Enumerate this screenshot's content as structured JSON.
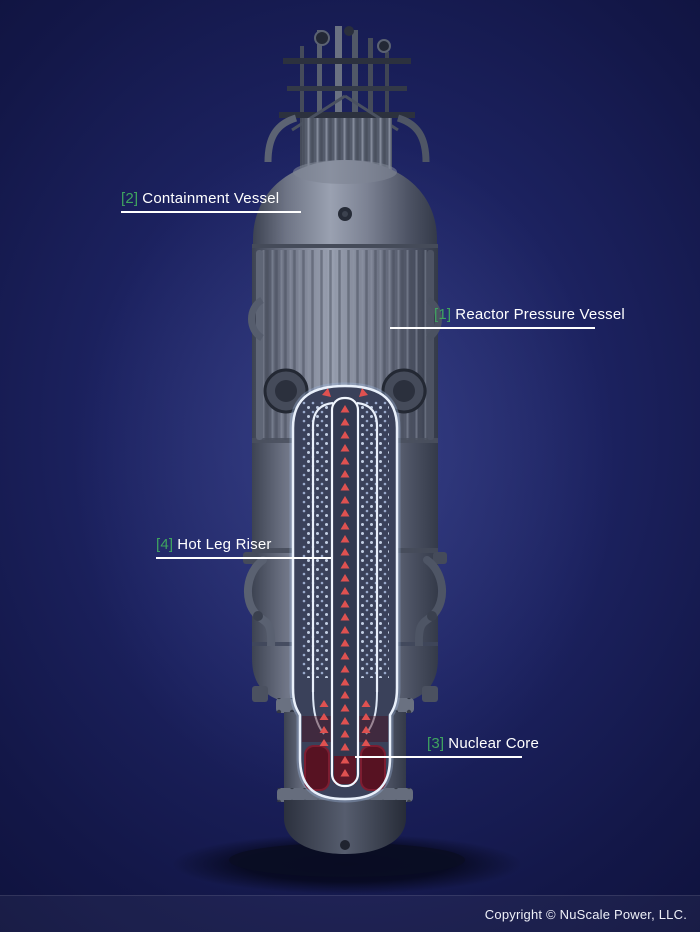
{
  "callouts": {
    "reactor_pressure_vessel": {
      "number": "[1]",
      "label": "Reactor Pressure Vessel"
    },
    "containment_vessel": {
      "number": "[2]",
      "label": "Containment Vessel"
    },
    "nuclear_core": {
      "number": "[3]",
      "label": "Nuclear Core"
    },
    "hot_leg_riser": {
      "number": "[4]",
      "label": "Hot Leg Riser"
    }
  },
  "footer": {
    "copyright": "Copyright © NuScale Power, LLC."
  },
  "colors": {
    "background_navy": "#131748",
    "callout_number_green": "#3fa45f",
    "callout_text_white": "#ffffff",
    "callout_line_white": "#ffffff",
    "flow_arrow_red": "#df5150",
    "core_dark_red": "#571222",
    "vessel_gray": "#7c8293",
    "cutaway_outline": "#e9f0fb"
  }
}
